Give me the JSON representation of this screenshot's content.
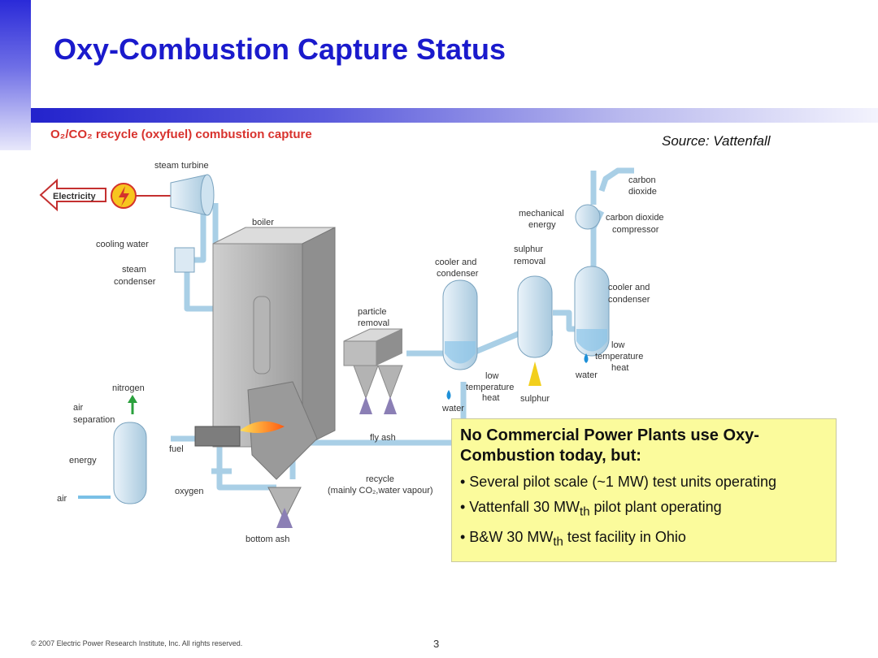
{
  "slide": {
    "title": "Oxy-Combustion Capture Status",
    "source": "Source: Vattenfall",
    "footer": "© 2007 Electric Power Research Institute, Inc. All rights reserved.",
    "page_number": "3"
  },
  "diagram": {
    "caption": "O₂/CO₂ recycle (oxyfuel) combustion capture",
    "labels": {
      "electricity": "Electricity",
      "steam_turbine": "steam turbine",
      "cooling_water": "cooling water",
      "steam": "steam",
      "condenser": "condenser",
      "boiler": "boiler",
      "particle": "particle",
      "removal": "removal",
      "fly_ash": "fly ash",
      "nitrogen": "nitrogen",
      "air": "air",
      "separation": "separation",
      "energy": "energy",
      "air_in": "air",
      "fuel": "fuel",
      "oxygen": "oxygen",
      "bottom_ash": "bottom ash",
      "recycle": "recycle",
      "recycle_detail": "(mainly CO₂,water vapour)",
      "cooler_and_1": "cooler and",
      "condenser_1": "condenser",
      "low_1": "low",
      "temperature_1": "temperature",
      "heat_1": "heat",
      "water_1": "water",
      "sulphur_1": "sulphur",
      "removal_2": "removal",
      "sulphur_2": "sulphur",
      "mechanical": "mechanical",
      "energy_2": "energy",
      "carbon": "carbon",
      "dioxide": "dioxide",
      "co2_compressor_1": "carbon dioxide",
      "co2_compressor_2": "compressor",
      "cooler_and_2": "cooler and",
      "condenser_2": "condenser",
      "low_2": "low",
      "temperature_2": "temperature",
      "heat_2": "heat",
      "water_2": "water"
    }
  },
  "callout": {
    "heading": "No Commercial Power Plants use Oxy-Combustion today, but:",
    "items": [
      {
        "text": "• Several pilot scale (~1 MW) test units operating"
      },
      {
        "before": "• Vattenfall 30 MW",
        "sub": "th",
        "after": " pilot plant operating"
      },
      {
        "before": "• B&W 30 MW",
        "sub": "th",
        "after": " test facility in Ohio"
      }
    ]
  },
  "colors": {
    "title": "#1a1acc",
    "caption": "#d8322d",
    "callout_bg": "#fbfb9c",
    "pipe": "#a9cfe6",
    "boiler_grey": "#bdbdbd",
    "flame": "#ff8a1a",
    "ash": "#8b7fb5",
    "sulphur": "#f2cf1c"
  }
}
